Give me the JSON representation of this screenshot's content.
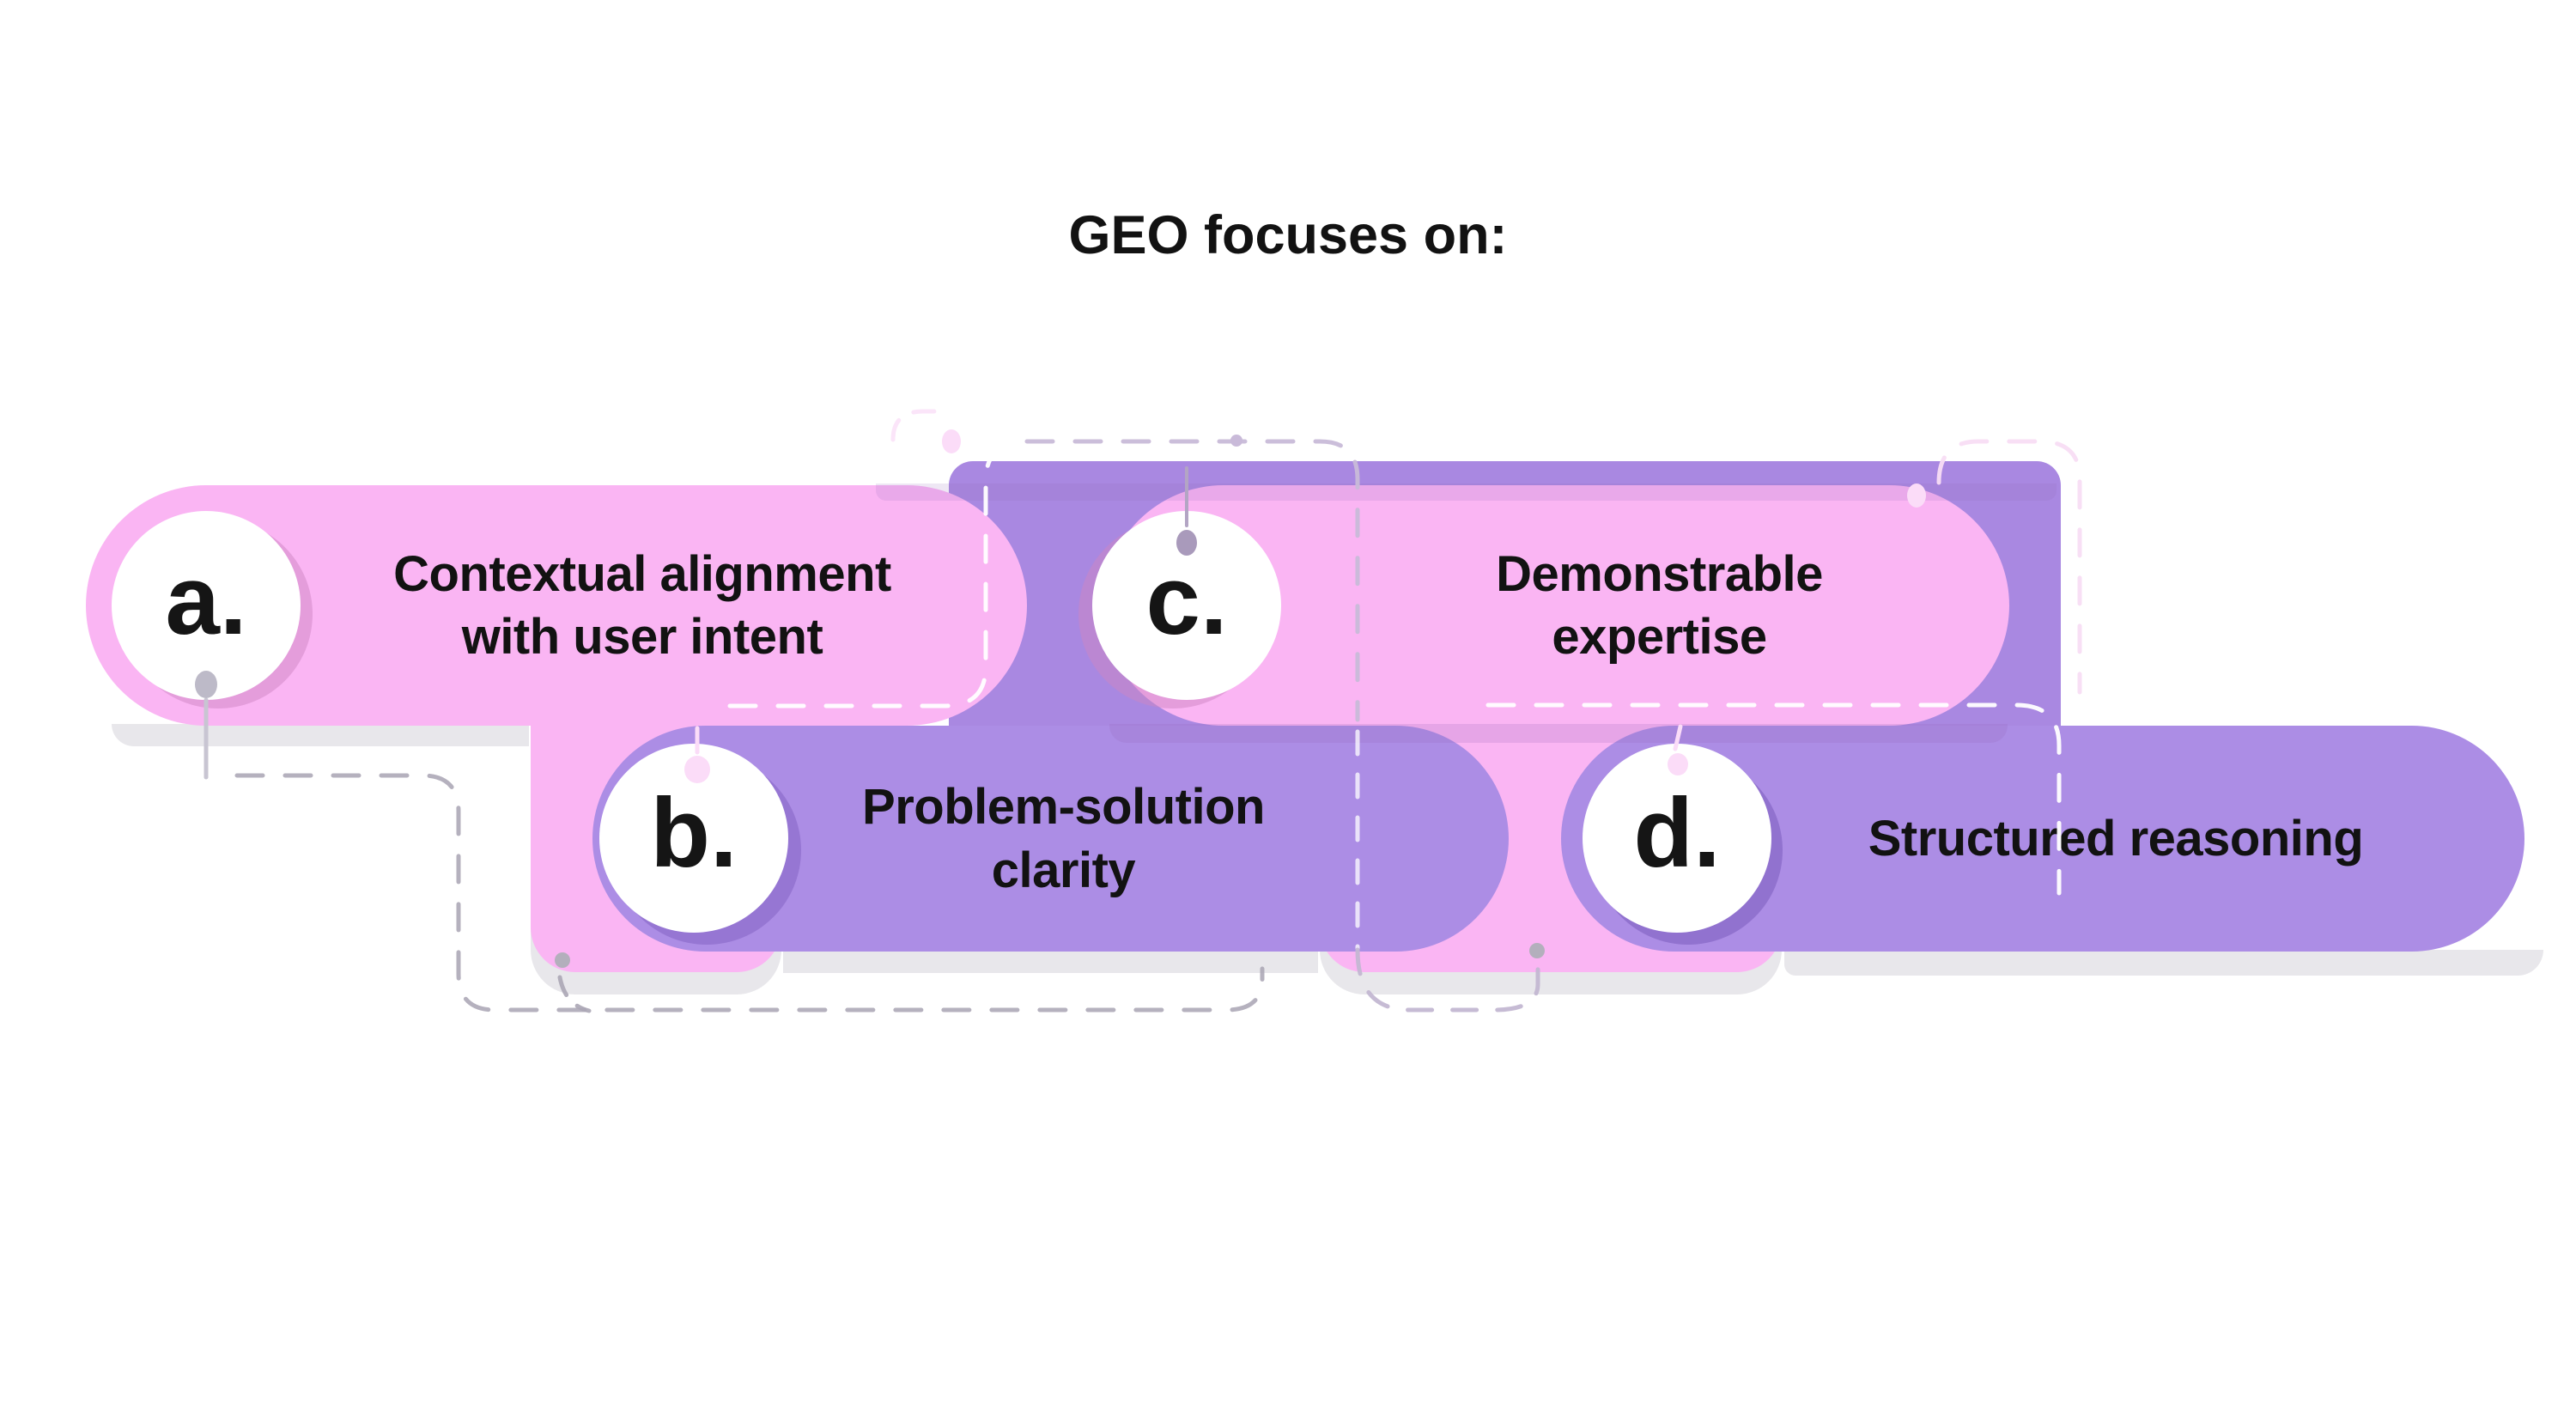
{
  "title": "GEO focuses on:",
  "items": [
    {
      "letter": "a.",
      "lines": [
        "Contextual alignment",
        "with user intent"
      ]
    },
    {
      "letter": "b.",
      "lines": [
        "Problem-solution",
        "clarity"
      ]
    },
    {
      "letter": "c.",
      "lines": [
        "Demonstrable",
        "expertise"
      ]
    },
    {
      "letter": "d.",
      "lines": [
        "Structured reasoning"
      ]
    }
  ],
  "colors": {
    "pink": "#FAB5F3",
    "purple": "#AC8DE5",
    "band_purple": "#A988E1",
    "pale_pink": "#FBDCF8",
    "shadow_gray": "#E8E7EB",
    "dash_gray": "#A8A3B3",
    "dash_lavender": "#C8BBD8",
    "text": "#121212",
    "background": "#FFFFFF"
  }
}
